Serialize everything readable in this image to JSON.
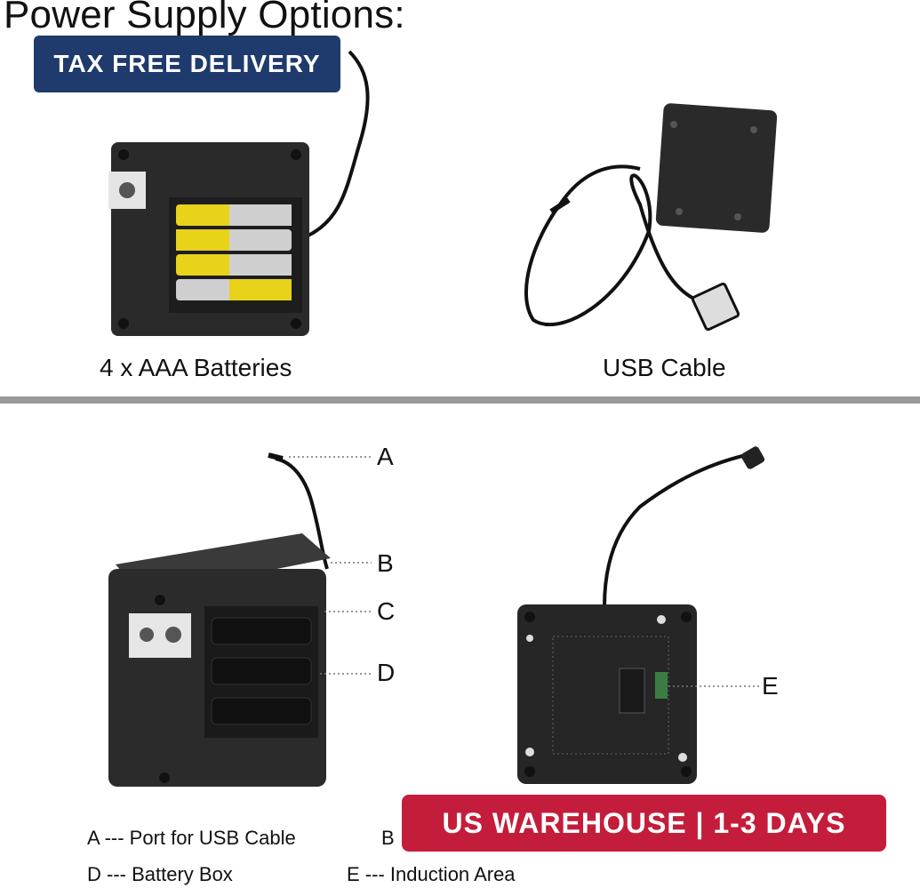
{
  "title": "Power Supply Options:",
  "badges": {
    "tax_free": "TAX FREE DELIVERY",
    "us_warehouse": "US WAREHOUSE | 1-3 DAYS"
  },
  "captions": {
    "batteries": "4 x AAA Batteries",
    "usb": "USB Cable"
  },
  "callouts": {
    "a": "A",
    "b": "B",
    "c": "C",
    "d": "D",
    "e": "E"
  },
  "legend": {
    "a": "A --- Port for USB Cable",
    "b": "B",
    "d": "D --- Battery Box",
    "e": "E --- Induction Area"
  },
  "colors": {
    "navy": "#1f3a6d",
    "crimson": "#c41d3b",
    "device": "#2b2b2b",
    "battery_yellow": "#e8d21a"
  }
}
